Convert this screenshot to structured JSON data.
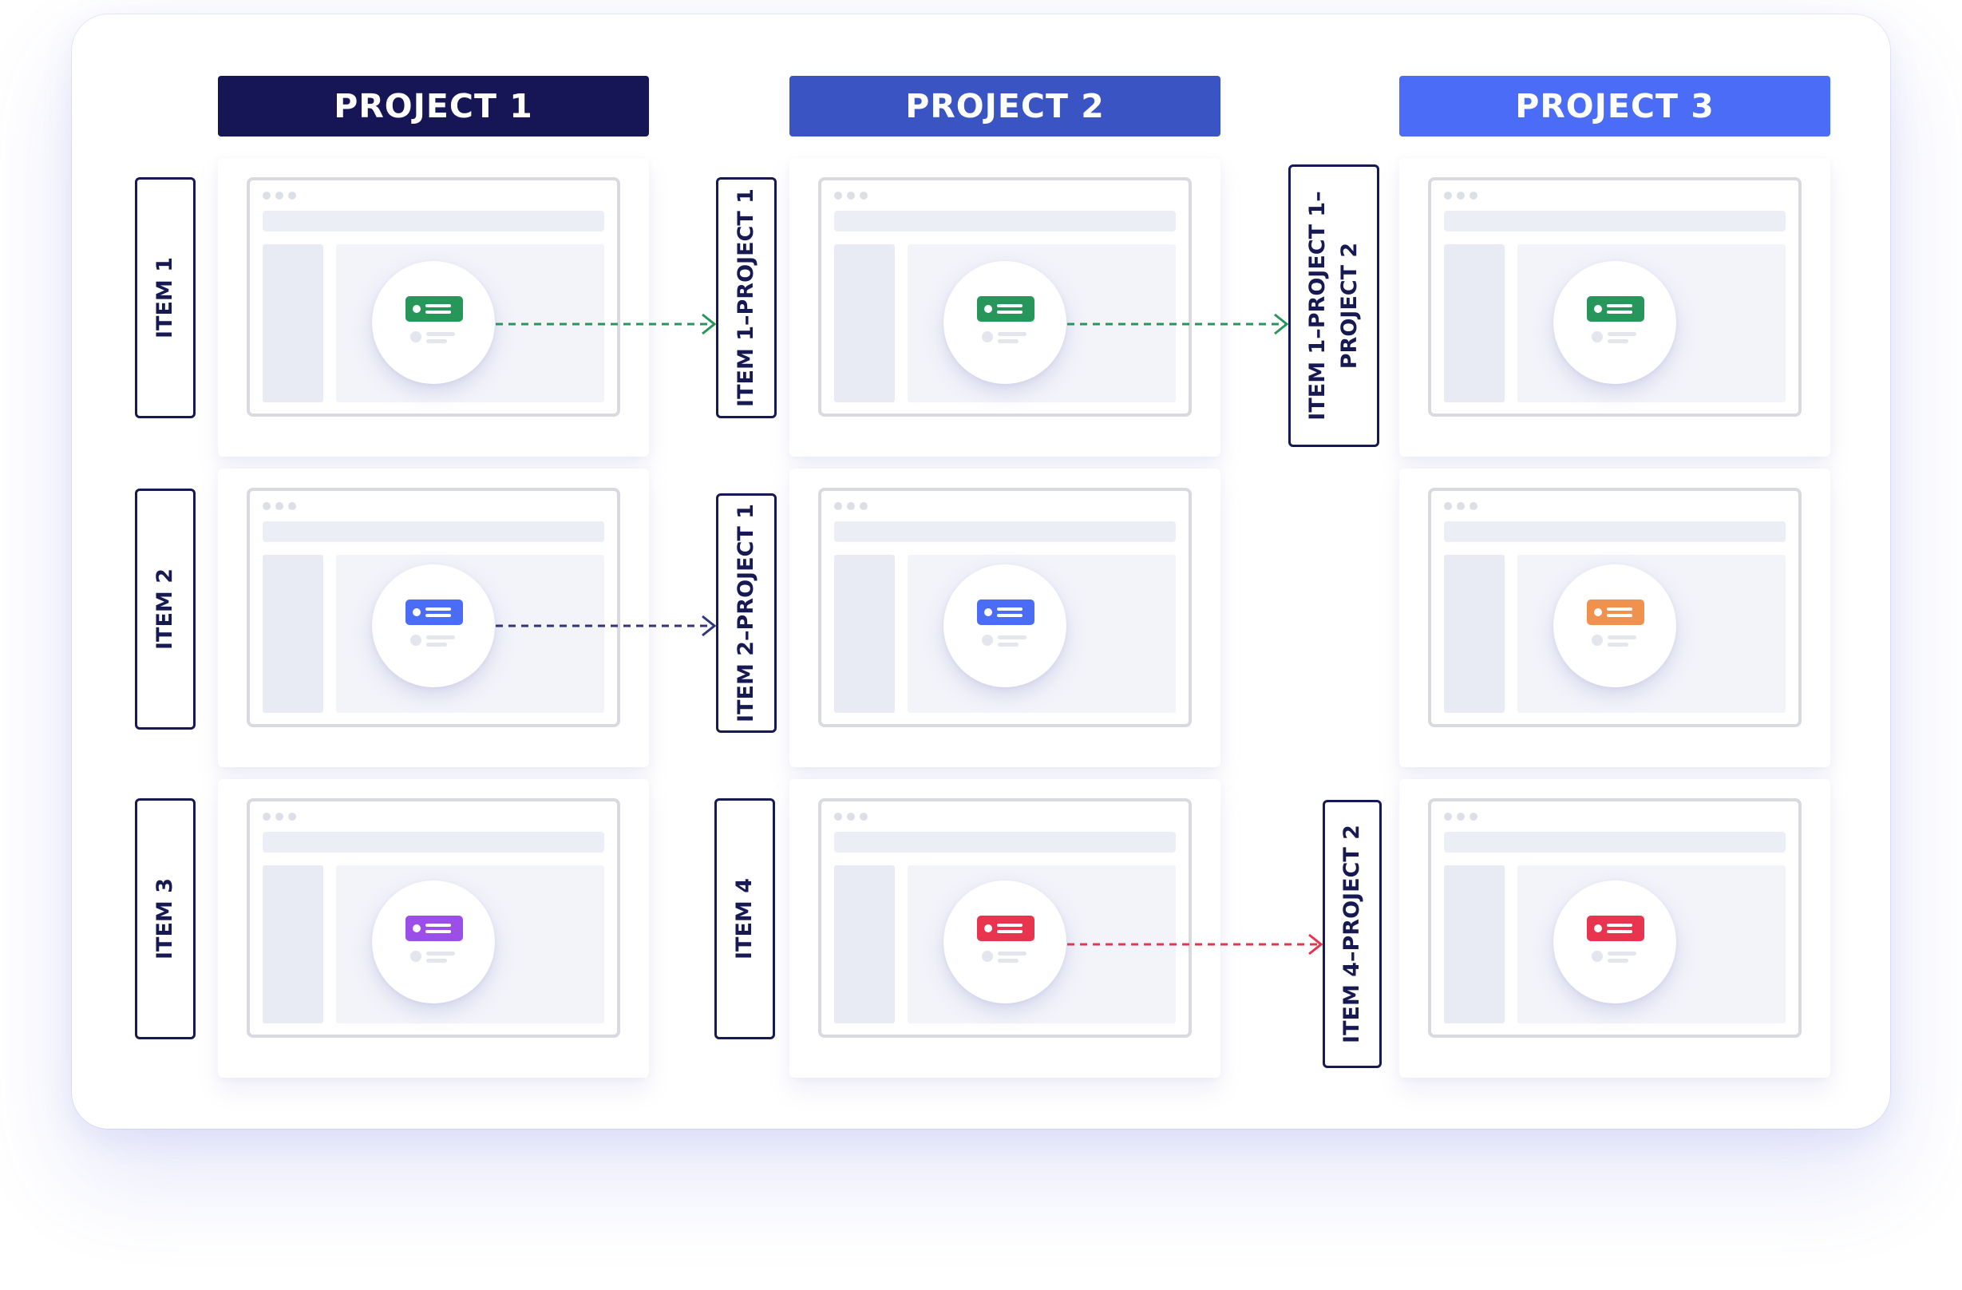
{
  "projects": [
    {
      "title": "PROJECT 1",
      "color": "#161656"
    },
    {
      "title": "PROJECT 2",
      "color": "#3b54c4"
    },
    {
      "title": "PROJECT 3",
      "color": "#4a6cf7"
    }
  ],
  "item_labels": [
    {
      "text": "ITEM 1"
    },
    {
      "text": "ITEM 2"
    },
    {
      "text": "ITEM 3"
    },
    {
      "text": "ITEM 1–PROJECT 1"
    },
    {
      "text": "ITEM 2–PROJECT 1"
    },
    {
      "text": "ITEM 4"
    },
    {
      "line1": "ITEM 1–PROJECT 1–",
      "line2": "PROJECT 2"
    },
    {
      "text": "ITEM 4–PROJECT 2"
    }
  ],
  "cards": [
    {
      "project": "PROJECT 1",
      "tag_color": "#27965a",
      "icon": "id-card-icon"
    },
    {
      "project": "PROJECT 1",
      "tag_color": "#4a6cf7",
      "icon": "id-card-icon"
    },
    {
      "project": "PROJECT 1",
      "tag_color": "#9c4ee8",
      "icon": "id-card-icon"
    },
    {
      "project": "PROJECT 2",
      "tag_color": "#27965a",
      "icon": "id-card-icon"
    },
    {
      "project": "PROJECT 2",
      "tag_color": "#4a6cf7",
      "icon": "id-card-icon"
    },
    {
      "project": "PROJECT 2",
      "tag_color": "#e8344e",
      "icon": "id-card-icon"
    },
    {
      "project": "PROJECT 3",
      "tag_color": "#27965a",
      "icon": "id-card-icon"
    },
    {
      "project": "PROJECT 3",
      "tag_color": "#f0914e",
      "icon": "id-card-icon"
    },
    {
      "project": "PROJECT 3",
      "tag_color": "#e8344e",
      "icon": "id-card-icon"
    }
  ],
  "arrows": [
    {
      "from": "ITEM 1",
      "to": "ITEM 1–PROJECT 1",
      "color": "#27965a"
    },
    {
      "from": "ITEM 1–PROJECT 1",
      "to": "ITEM 1–PROJECT 1–PROJECT 2",
      "color": "#27965a"
    },
    {
      "from": "ITEM 2",
      "to": "ITEM 2–PROJECT 1",
      "color": "#2f3580"
    },
    {
      "from": "ITEM 4",
      "to": "ITEM 4–PROJECT 2",
      "color": "#e8344e"
    }
  ]
}
